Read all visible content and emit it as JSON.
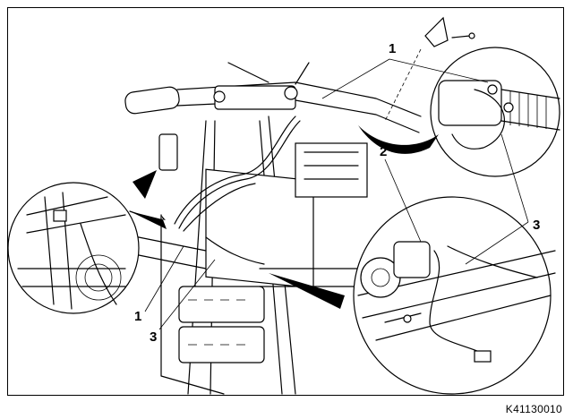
{
  "figure": {
    "id_code": "K41130010",
    "callouts": [
      {
        "label": "1"
      },
      {
        "label": "1"
      },
      {
        "label": "2"
      },
      {
        "label": "3"
      },
      {
        "label": "3"
      }
    ]
  }
}
